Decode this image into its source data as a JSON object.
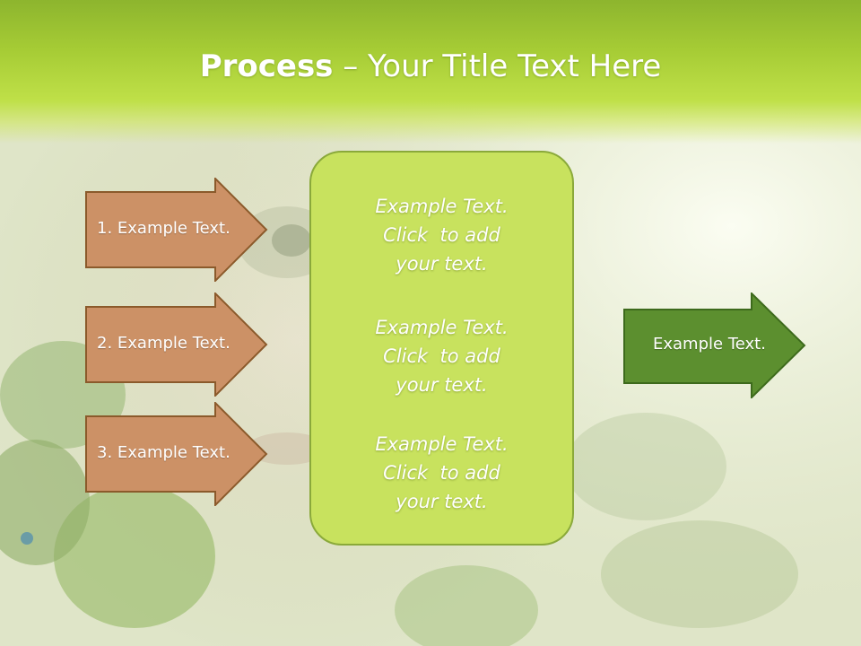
{
  "title": {
    "bold": "Process",
    "rest": " – Your Title Text Here"
  },
  "left_steps": [
    {
      "label": "1. Example Text."
    },
    {
      "label": "2. Example Text."
    },
    {
      "label": "3. Example Text."
    }
  ],
  "center_box": {
    "paragraphs": [
      {
        "lines": [
          "Example Text.",
          "Click  to add",
          "your text."
        ]
      },
      {
        "lines": [
          "Example Text.",
          "Click  to add",
          "your text."
        ]
      },
      {
        "lines": [
          "Example Text.",
          "Click  to add",
          "your text."
        ]
      }
    ]
  },
  "output_arrow": {
    "label": "Example Text."
  },
  "colors": {
    "step_fill": "#cc9166",
    "step_border": "#8b5a2b",
    "center_fill": "#c8e25e",
    "output_fill": "#5c8f2f",
    "output_border": "#3d6a1c",
    "title_band": "#a6cc35"
  }
}
